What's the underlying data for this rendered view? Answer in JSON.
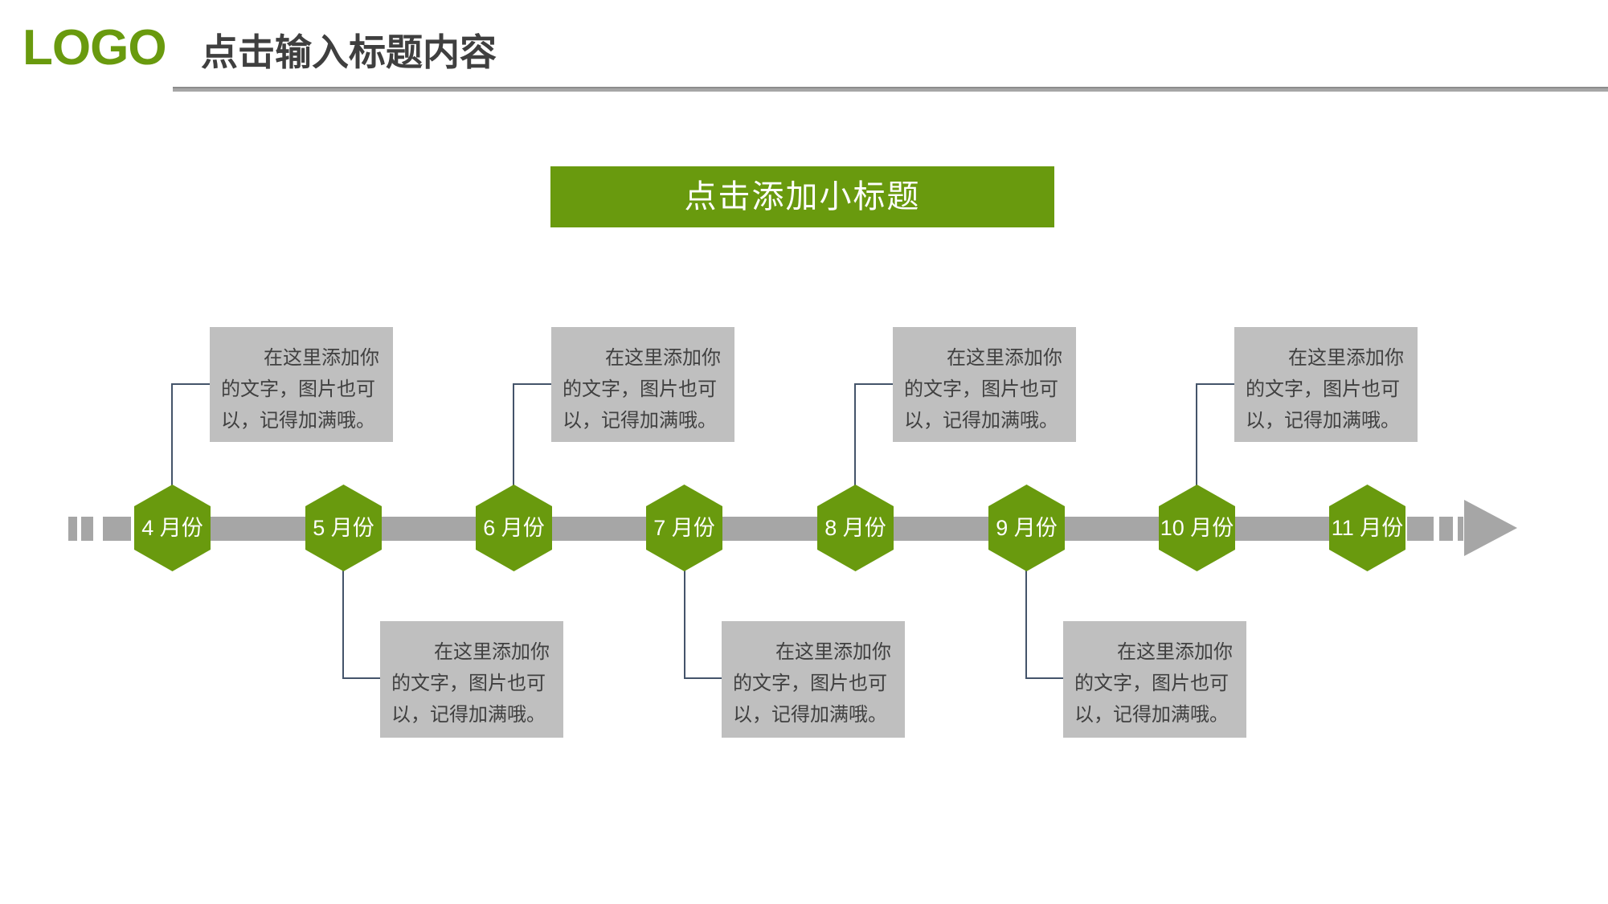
{
  "slide": {
    "logo_text": "LOGO",
    "title": "点击输入标题内容",
    "subtitle_banner": "点击添加小标题"
  },
  "note": {
    "full_text": "在这里添加你的文字，图片也可以，记得加满哦。",
    "lines": [
      "在这里添加你",
      "的文字，图片也可",
      "以，记得加满哦。"
    ]
  },
  "timeline": {
    "direction": "left-to-right",
    "milestones": [
      {
        "label": "4 月份",
        "note_position": "above"
      },
      {
        "label": "5 月份",
        "note_position": "below"
      },
      {
        "label": "6 月份",
        "note_position": "above"
      },
      {
        "label": "7 月份",
        "note_position": "below"
      },
      {
        "label": "8 月份",
        "note_position": "above"
      },
      {
        "label": "9 月份",
        "note_position": "below"
      },
      {
        "label": "10 月份",
        "note_position": "above"
      },
      {
        "label": "11 月份",
        "note_position": "none"
      }
    ]
  },
  "colors": {
    "green": "#699a0e",
    "bar_gray": "#a6a6a6",
    "box_gray": "#bfbfbf",
    "connector": "#44546a",
    "title_text": "#3f3f3f",
    "note_text": "#404040"
  }
}
